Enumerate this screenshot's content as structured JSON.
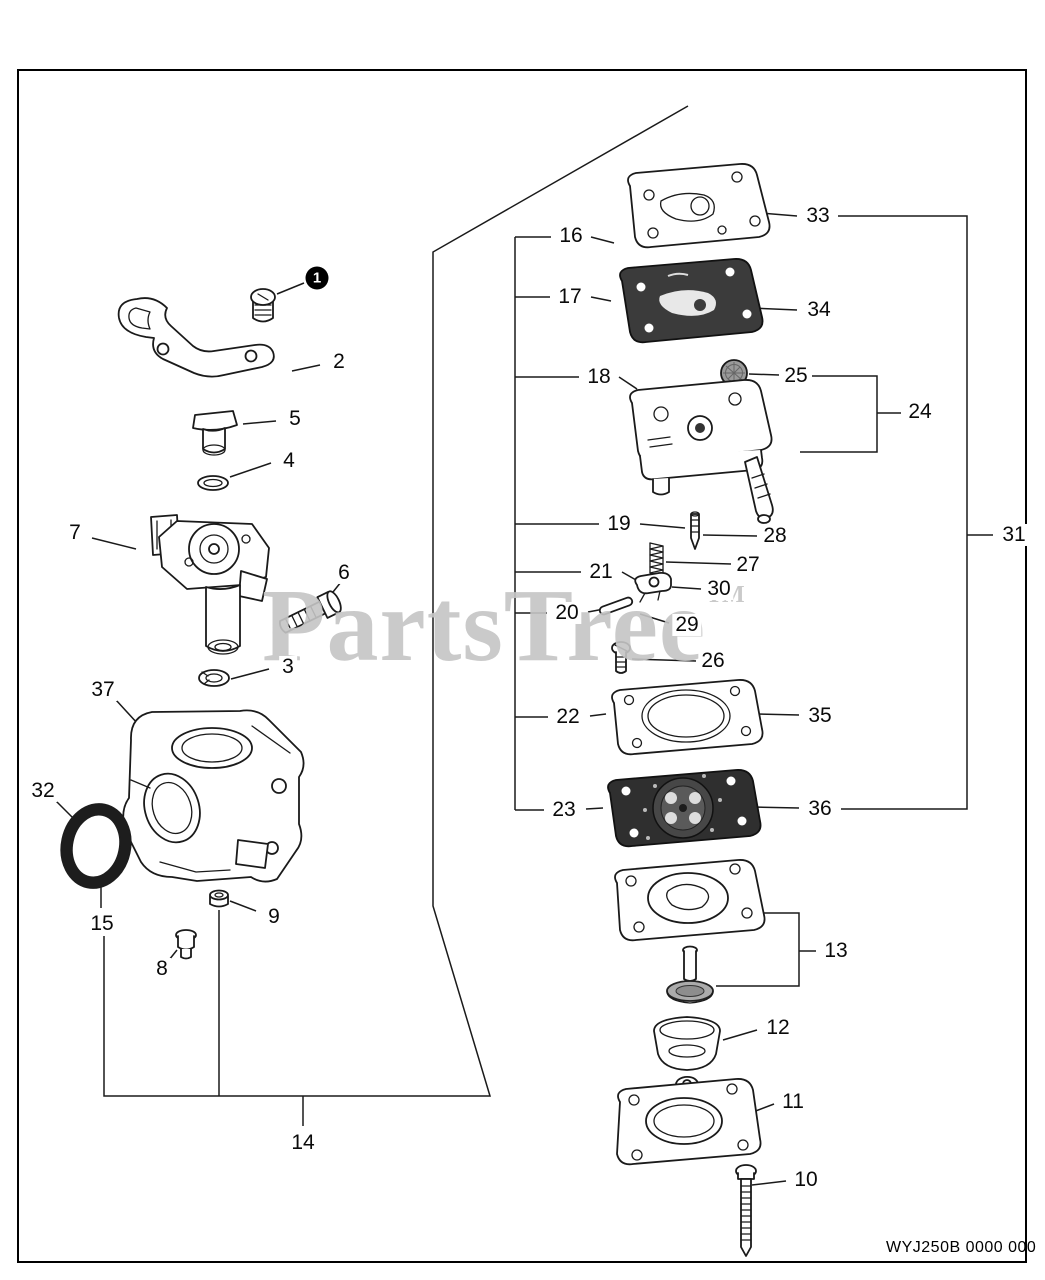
{
  "watermark": {
    "text": "PartsTree",
    "tm": "TM"
  },
  "footer": {
    "part_code": "WYJ250B 0000 000"
  },
  "callouts": {
    "1": "1",
    "2": "2",
    "3": "3",
    "4": "4",
    "5": "5",
    "6": "6",
    "7": "7",
    "8": "8",
    "9": "9",
    "10": "10",
    "11": "11",
    "12": "12",
    "13": "13",
    "14": "14",
    "15": "15",
    "16": "16",
    "17": "17",
    "18": "18",
    "19": "19",
    "20": "20",
    "21": "21",
    "22": "22",
    "23": "23",
    "24": "24",
    "25": "25",
    "26": "26",
    "27": "27",
    "28": "28",
    "29": "29",
    "30": "30",
    "31": "31",
    "32": "32",
    "33": "33",
    "34": "34",
    "35": "35",
    "36": "36",
    "37": "37"
  }
}
